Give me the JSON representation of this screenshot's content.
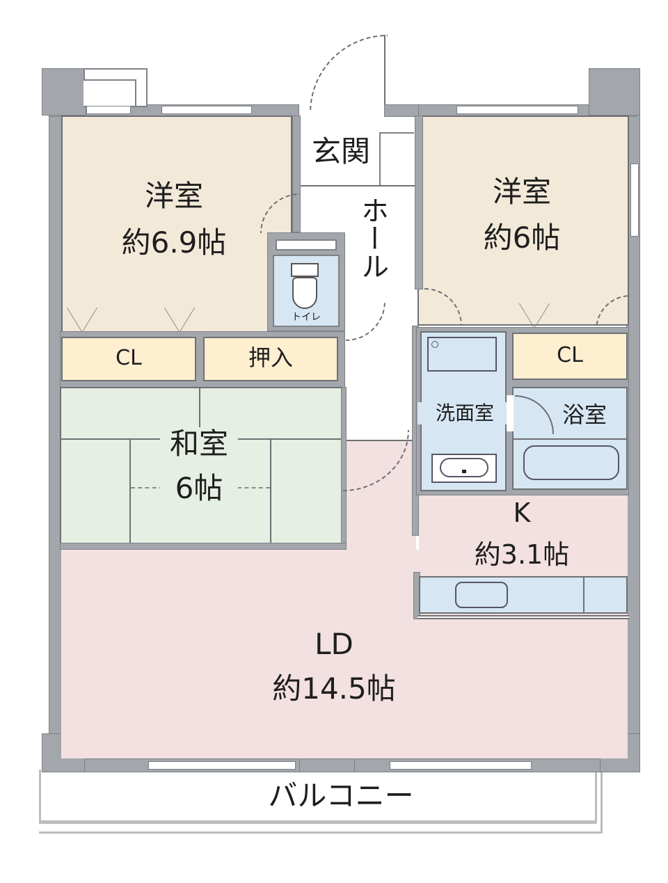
{
  "floor_plan": {
    "rooms": {
      "western_room_1": {
        "name": "洋室",
        "size": "約6.9帖"
      },
      "western_room_2": {
        "name": "洋室",
        "size": "約6帖"
      },
      "entrance": {
        "name": "玄関"
      },
      "hall": {
        "name": "ホール"
      },
      "toilet": {
        "name": "トイレ"
      },
      "closet_1": {
        "name": "CL"
      },
      "closet_2": {
        "name": "CL"
      },
      "oshiire": {
        "name": "押入"
      },
      "japanese_room": {
        "name": "和室",
        "size": "6帖"
      },
      "washroom": {
        "name": "洗面室"
      },
      "bathroom": {
        "name": "浴室"
      },
      "kitchen": {
        "name": "K",
        "size": "約3.1帖"
      },
      "living_dining": {
        "name": "LD",
        "size": "約14.5帖"
      },
      "balcony": {
        "name": "バルコニー"
      }
    },
    "colors": {
      "western": "#f3e9d9",
      "closet": "#fdefd0",
      "japanese": "#e5efe3",
      "wet_area": "#d6e6f3",
      "ldk": "#f2e1e0",
      "wall": "#a3a7ac"
    }
  }
}
